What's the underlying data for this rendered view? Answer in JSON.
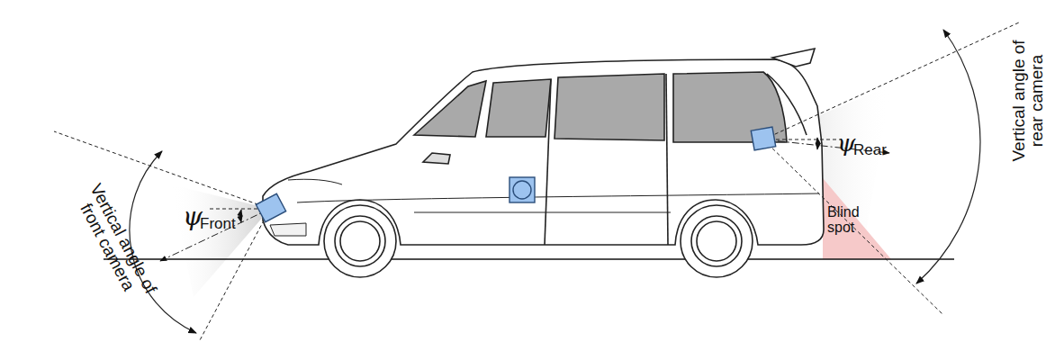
{
  "diagram": {
    "labels": [
      "ψ",
      "Front",
      "ψ",
      "Rear",
      "Vertical angle of front camera",
      "Vertical angle of rear camera",
      "Blind spot"
    ]
  }
}
